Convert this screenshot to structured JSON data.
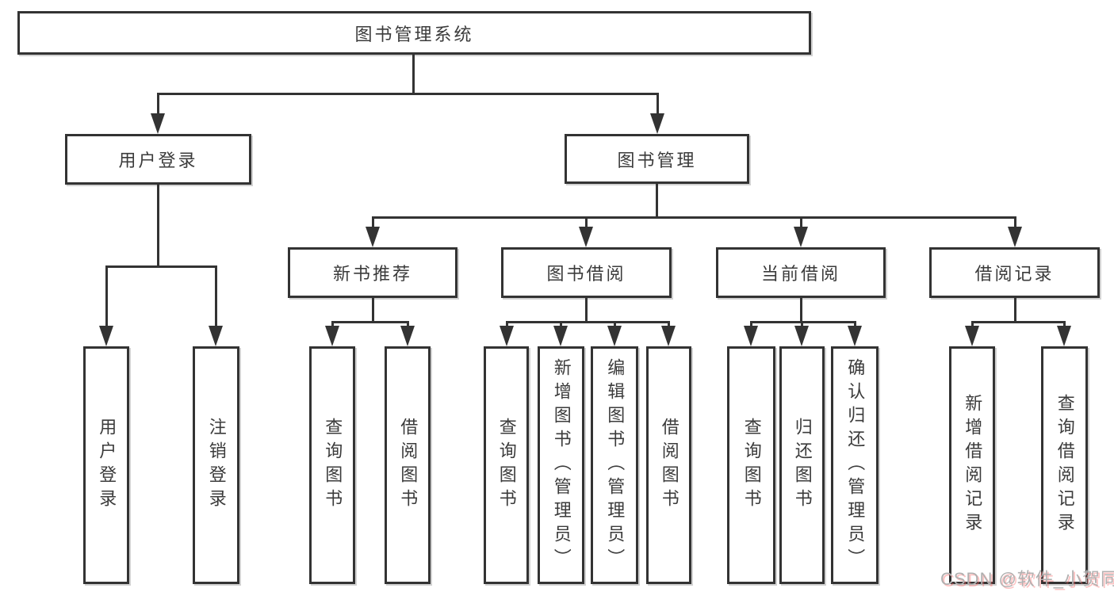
{
  "tree": {
    "label": "图书管理系统",
    "children": [
      {
        "label": "用户登录",
        "children": [
          {
            "label": "用户登录"
          },
          {
            "label": "注销登录"
          }
        ]
      },
      {
        "label": "图书管理",
        "children": [
          {
            "label": "新书推荐",
            "children": [
              {
                "label": "查询图书"
              },
              {
                "label": "借阅图书"
              }
            ]
          },
          {
            "label": "图书借阅",
            "children": [
              {
                "label": "查询图书"
              },
              {
                "label": "新增图书（管理员）"
              },
              {
                "label": "编辑图书（管理员）"
              },
              {
                "label": "借阅图书"
              }
            ]
          },
          {
            "label": "当前借阅",
            "children": [
              {
                "label": "查询图书"
              },
              {
                "label": "归还图书"
              },
              {
                "label": "确认归还（管理员）"
              }
            ]
          },
          {
            "label": "借阅记录",
            "children": [
              {
                "label": "新增借阅记录"
              },
              {
                "label": "查询借阅记录"
              }
            ]
          }
        ]
      }
    ]
  },
  "watermark": "CSDN @软件_小贺同学",
  "colors": {
    "line": "#333333",
    "box_border": "#333333",
    "box_fill": "#ffffff",
    "text": "#3b3b3b",
    "watermark": "#b0b0b0"
  }
}
